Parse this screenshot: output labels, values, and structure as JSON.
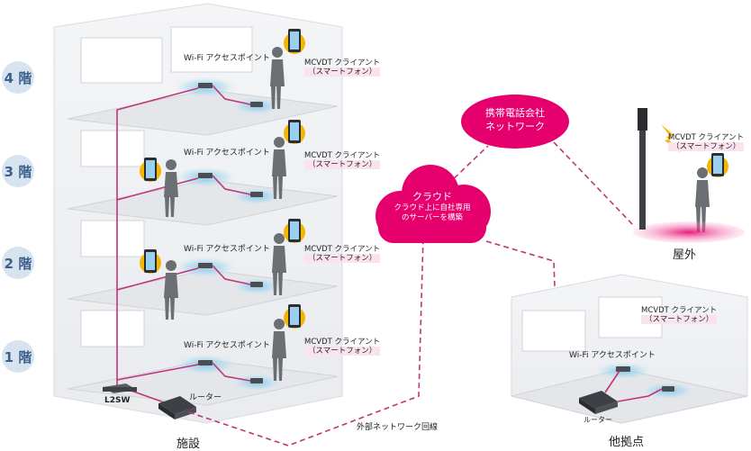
{
  "floors": [
    "4 階",
    "3 階",
    "2 階",
    "1 階"
  ],
  "labels": {
    "wifi_ap": "Wi-Fi アクセスポイント",
    "client_line1": "MCVDT クライアント",
    "client_line2": "（スマートフォン）",
    "l2sw": "L2SW",
    "router": "ルーター",
    "external_line": "外部ネットワーク回線",
    "facility": "施設",
    "outdoor": "屋外",
    "other_site": "他拠点"
  },
  "carrier": {
    "line1": "携帯電話会社",
    "line2": "ネットワーク"
  },
  "cloud": {
    "title": "クラウド",
    "line1": "クラウド上に自社専用",
    "line2": "のサーバーを構築"
  },
  "colors": {
    "accent": "#e6006e",
    "link": "#c0357a",
    "floor_badge": "#d7e3ef",
    "floor_text": "#3c5f8e",
    "halo": "#f2b705"
  }
}
